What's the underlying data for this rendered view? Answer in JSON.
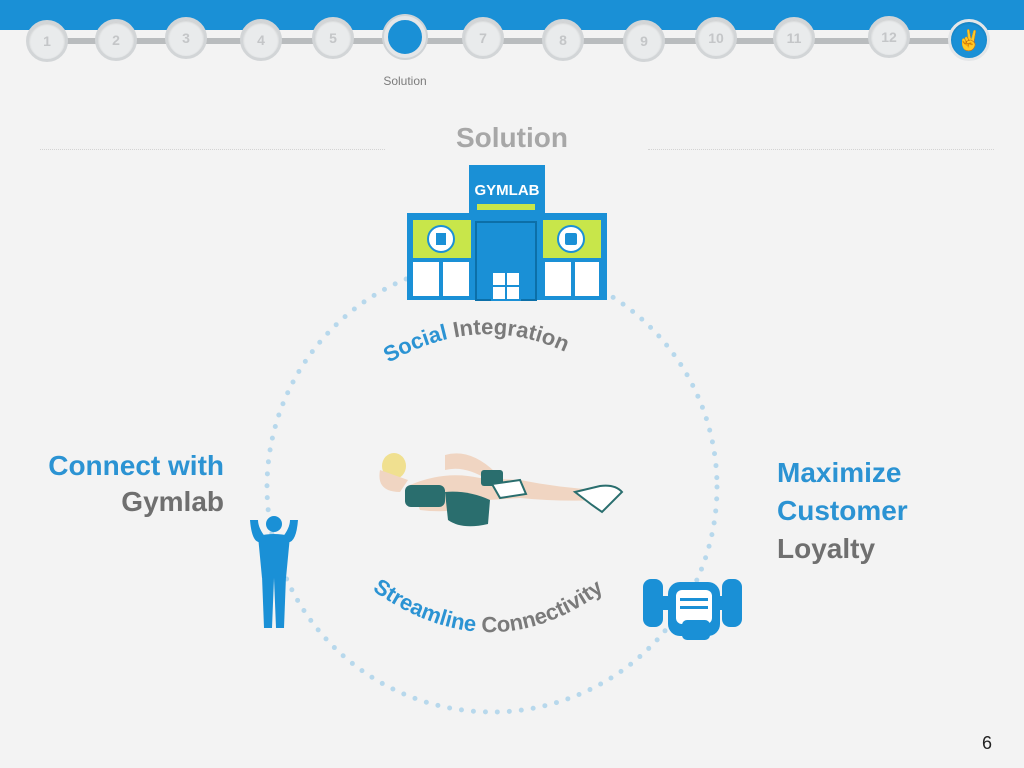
{
  "progress": {
    "steps": [
      {
        "label": "1"
      },
      {
        "label": "2"
      },
      {
        "label": "3"
      },
      {
        "label": "4"
      },
      {
        "label": "5"
      },
      {
        "label": ""
      },
      {
        "label": "7"
      },
      {
        "label": "8"
      },
      {
        "label": "9"
      },
      {
        "label": "10"
      },
      {
        "label": "11"
      },
      {
        "label": "12"
      },
      {
        "label": "✌"
      }
    ],
    "current_caption": "Solution"
  },
  "slide": {
    "title": "Solution",
    "gym_sign": "GYMLAB",
    "arc_top": {
      "word1": "Social",
      "word2": "Integration"
    },
    "arc_bottom": {
      "word1": "Streamline",
      "word2": "Connectivity"
    },
    "left": {
      "line1": "Connect with",
      "line2": "Gymlab"
    },
    "right": {
      "line1": "Maximize",
      "line2": "Customer",
      "line3": "Loyalty"
    },
    "page_number": "6"
  },
  "colors": {
    "accent": "#1a90d6",
    "lime": "#c8e64a",
    "text_blue": "#2b93d3",
    "text_grey": "#6f6f6f"
  }
}
